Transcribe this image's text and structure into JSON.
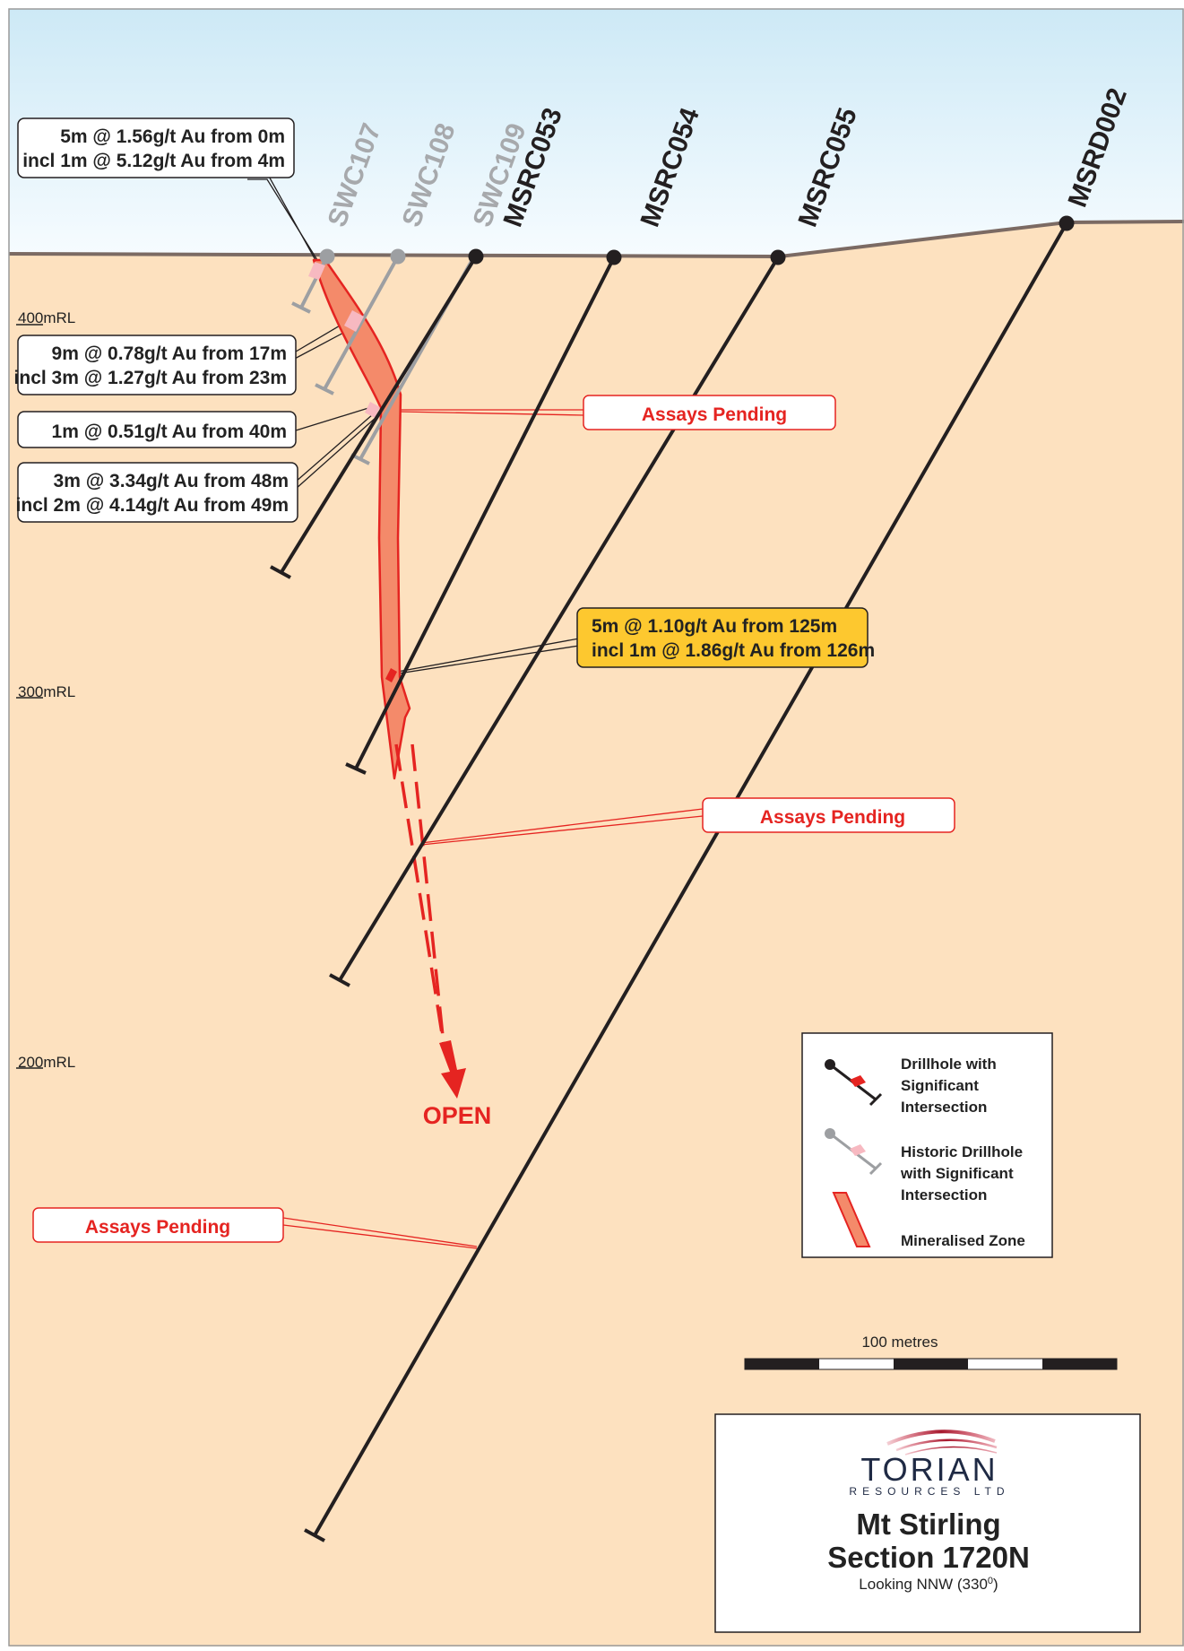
{
  "section": {
    "title_line1": "Mt Stirling",
    "title_line2": "Section 1720N",
    "looking_prefix": "Looking NNW (330",
    "looking_degree": "0",
    "looking_suffix": ")"
  },
  "logo": {
    "name": "TORIAN",
    "tagline": "RESOURCES LTD"
  },
  "levels": [
    "400mRL",
    "300mRL",
    "200mRL"
  ],
  "holes": {
    "SWC107": "SWC107",
    "SWC108": "SWC108",
    "SWC109": "SWC109",
    "MSRC053": "MSRC053",
    "MSRC054": "MSRC054",
    "MSRC055": "MSRC055",
    "MSRD002": "MSRD002"
  },
  "callouts": {
    "c1": [
      "5m @ 1.56g/t Au from 0m",
      "incl 1m @ 5.12g/t Au from 4m"
    ],
    "c2": [
      "9m @ 0.78g/t Au from 17m",
      "incl 3m @ 1.27g/t Au from 23m"
    ],
    "c3": [
      "1m @ 0.51g/t Au from 40m"
    ],
    "c4": [
      "3m @ 3.34g/t Au from 48m",
      "incl 2m @ 4.14g/t Au from 49m"
    ],
    "c5": [
      "5m @ 1.10g/t Au from 125m",
      "incl 1m @ 1.86g/t Au from 126m"
    ]
  },
  "pending_label": "Assays Pending",
  "open_label": "OPEN",
  "legend": {
    "drillhole": [
      "Drillhole with",
      "Significant",
      "Intersection"
    ],
    "historic": [
      "Historic Drillhole",
      "with Significant",
      "Intersection"
    ],
    "zone": "Mineralised Zone"
  },
  "scale_label": "100 metres",
  "colors": {
    "sky_top": "#cde9f6",
    "sky_bottom": "#f7fcff",
    "ground": "#fde1bf",
    "surface_line": "#7b6a63",
    "hole_black": "#231f20",
    "hole_grey": "#9d9fa2",
    "zone_fill": "#f48a6a",
    "zone_edge": "#e52421",
    "historic_intercept": "#f7b9c1",
    "accent_red": "#e52421",
    "callout_yellow": "#fdc82f"
  }
}
